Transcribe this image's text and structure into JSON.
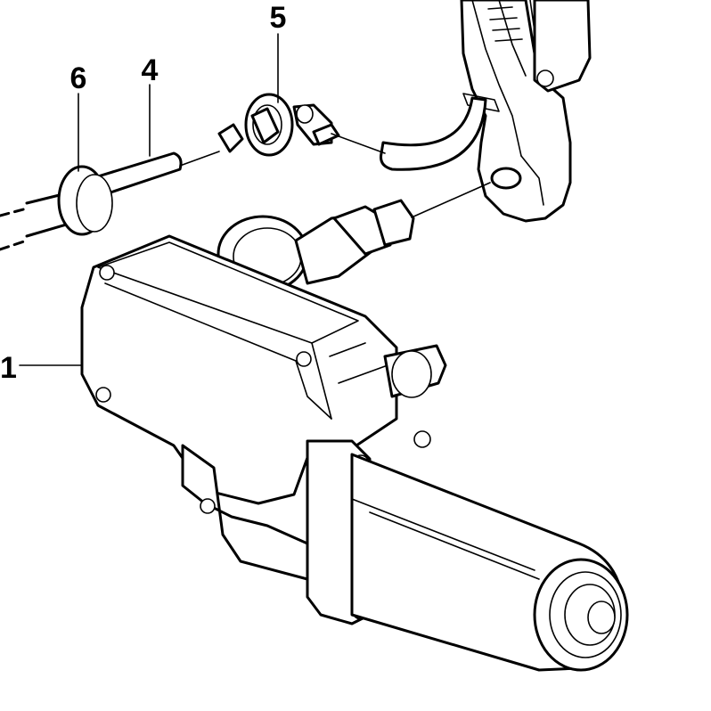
{
  "callouts": {
    "c1": "1",
    "c4": "4",
    "c5": "5",
    "c6": "6"
  },
  "colors": {
    "line": "#000000",
    "background": "#ffffff"
  }
}
